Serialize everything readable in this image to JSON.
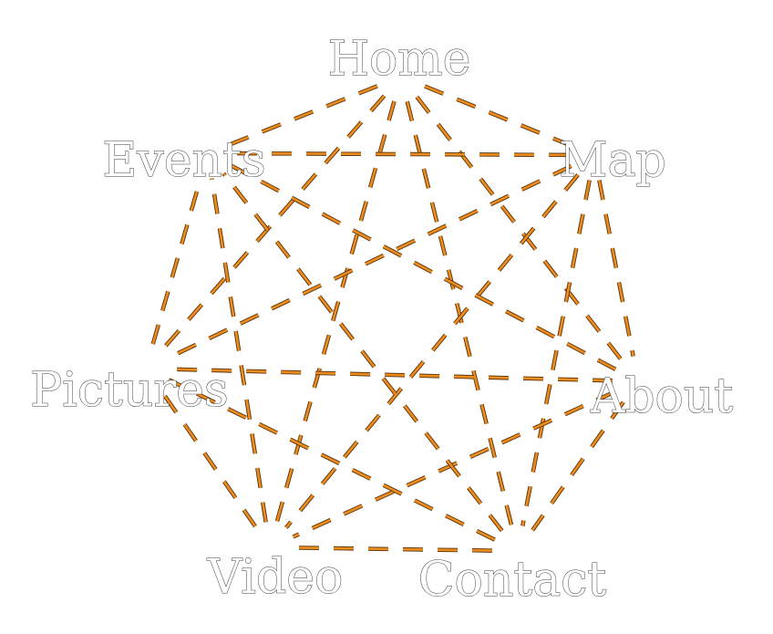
{
  "nodes": [
    {
      "id": "home",
      "label": "Home"
    },
    {
      "id": "map",
      "label": "Map"
    },
    {
      "id": "about",
      "label": "About"
    },
    {
      "id": "contact",
      "label": "Contact"
    },
    {
      "id": "video",
      "label": "Video"
    },
    {
      "id": "pictures",
      "label": "Pictures"
    },
    {
      "id": "events",
      "label": "Events"
    }
  ],
  "edges": [
    [
      "home",
      "map"
    ],
    [
      "home",
      "about"
    ],
    [
      "home",
      "contact"
    ],
    [
      "home",
      "video"
    ],
    [
      "home",
      "pictures"
    ],
    [
      "home",
      "events"
    ],
    [
      "map",
      "about"
    ],
    [
      "map",
      "contact"
    ],
    [
      "map",
      "video"
    ],
    [
      "map",
      "pictures"
    ],
    [
      "map",
      "events"
    ],
    [
      "about",
      "contact"
    ],
    [
      "about",
      "video"
    ],
    [
      "about",
      "pictures"
    ],
    [
      "about",
      "events"
    ],
    [
      "contact",
      "video"
    ],
    [
      "contact",
      "pictures"
    ],
    [
      "contact",
      "events"
    ],
    [
      "video",
      "pictures"
    ],
    [
      "video",
      "events"
    ],
    [
      "pictures",
      "events"
    ]
  ],
  "colors": {
    "edge": "#f08c1e",
    "background": "#ffffff",
    "label_fill": "#ffffff",
    "label_stroke": "#3a3a3a"
  }
}
